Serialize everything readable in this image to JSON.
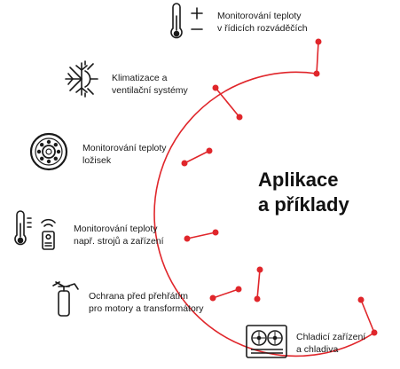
{
  "colors": {
    "arc": "#e0262b",
    "icon": "#1a1a1a",
    "text": "#1a1a1a"
  },
  "title": {
    "line1": "Aplikace",
    "line2": "a příklady"
  },
  "items": [
    {
      "icon": "thermometer-plus-minus-icon",
      "line1": "Monitorování teploty",
      "line2": "v řídicích rozváděčích"
    },
    {
      "icon": "sun-snowflake-icon",
      "line1": "Klimatizace a",
      "line2": "ventilační systémy"
    },
    {
      "icon": "bearing-icon",
      "line1": "Monitorování teploty",
      "line2": "ložisek"
    },
    {
      "icon": "thermometer-remote-icon",
      "line1": "Monitorování teploty",
      "line2": "např. strojů a zařízení"
    },
    {
      "icon": "fire-extinguisher-icon",
      "line1": "Ochrana před přehřátím",
      "line2": "pro motory a transformátory"
    },
    {
      "icon": "cooling-unit-icon",
      "line1": "Chladicí zařízení",
      "line2": "a chladiva"
    }
  ]
}
